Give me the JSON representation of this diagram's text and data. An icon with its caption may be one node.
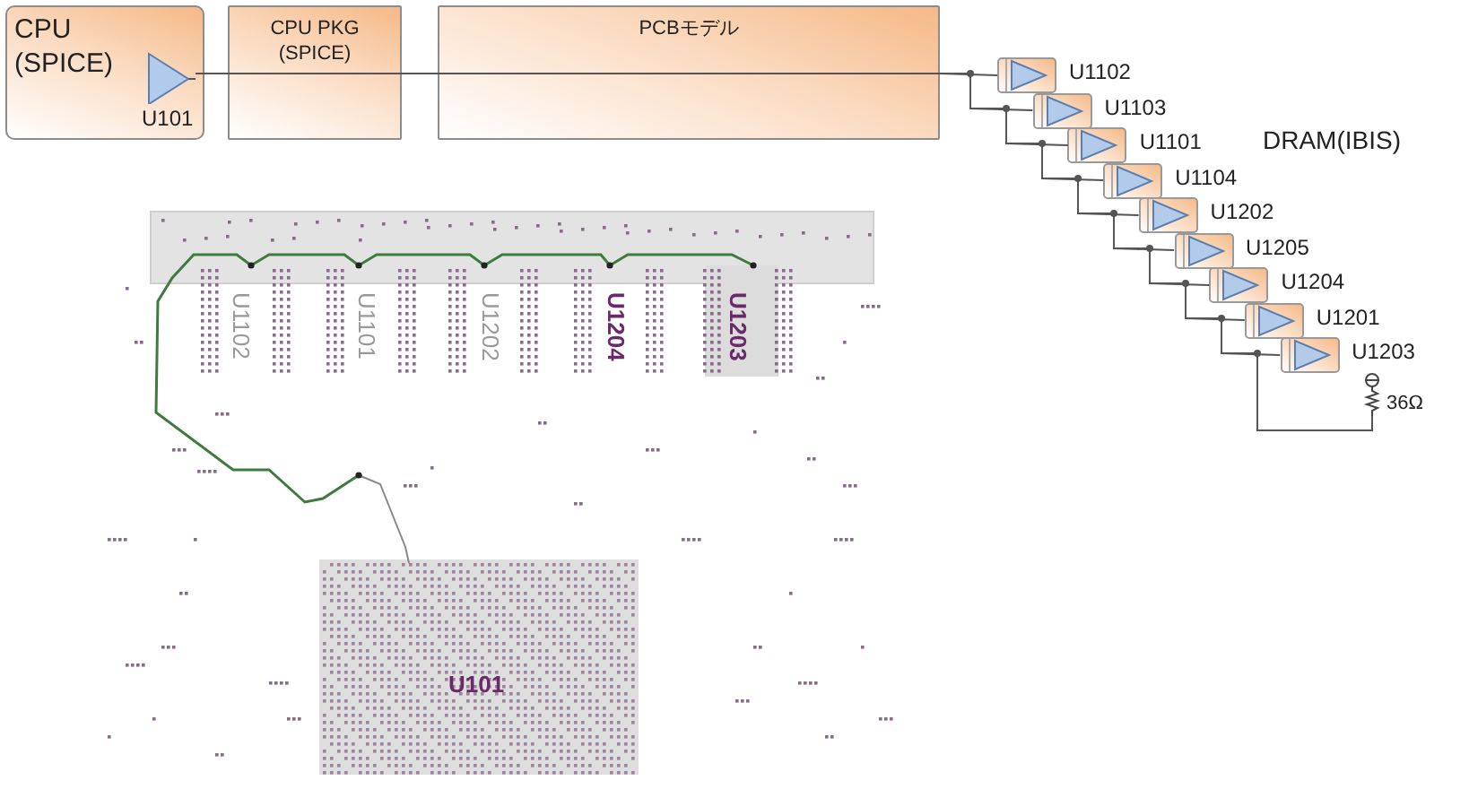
{
  "diagram": {
    "nodes": [
      {
        "text": [
          "CPU (SPICE)"
        ]
      },
      {
        "text": [
          "U101"
        ],
        "in": 0
      },
      {
        "text": [
          "CPU PKG (SPICE)"
        ]
      },
      {
        "text": [
          "PCBモデル"
        ]
      },
      {
        "text": [
          "U1102"
        ]
      },
      {
        "text": [
          "U1103"
        ]
      },
      {
        "text": [
          "U1101"
        ]
      },
      {
        "text": [
          "U1104"
        ]
      },
      {
        "text": [
          "U1202"
        ]
      },
      {
        "text": [
          "U1205"
        ]
      },
      {
        "text": [
          "U1204"
        ]
      },
      {
        "text": [
          "U1201"
        ]
      },
      {
        "text": [
          "U1203"
        ]
      },
      {
        "text": [
          "36Ω"
        ]
      }
    ],
    "edges": [
      {
        "from": 1,
        "to": 2,
        "arrow": "none"
      },
      {
        "from": 2,
        "to": 3,
        "arrow": "none"
      },
      {
        "from": 3,
        "to": 4,
        "arrow": "none"
      },
      {
        "from": 3,
        "to": 5,
        "arrow": "none"
      },
      {
        "from": 3,
        "to": 6,
        "arrow": "none"
      },
      {
        "from": 3,
        "to": 7,
        "arrow": "none"
      },
      {
        "from": 3,
        "to": 8,
        "arrow": "none"
      },
      {
        "from": 3,
        "to": 9,
        "arrow": "none"
      },
      {
        "from": 3,
        "to": 10,
        "arrow": "none"
      },
      {
        "from": 3,
        "to": 11,
        "arrow": "none"
      },
      {
        "from": 3,
        "to": 12,
        "arrow": "none"
      },
      {
        "from": 3,
        "to": 13,
        "arrow": "none"
      }
    ],
    "labels": [
      "DRAM(IBIS)",
      "U1102",
      "U1101",
      "U1202",
      "U1204",
      "U1203",
      "U101"
    ]
  }
}
